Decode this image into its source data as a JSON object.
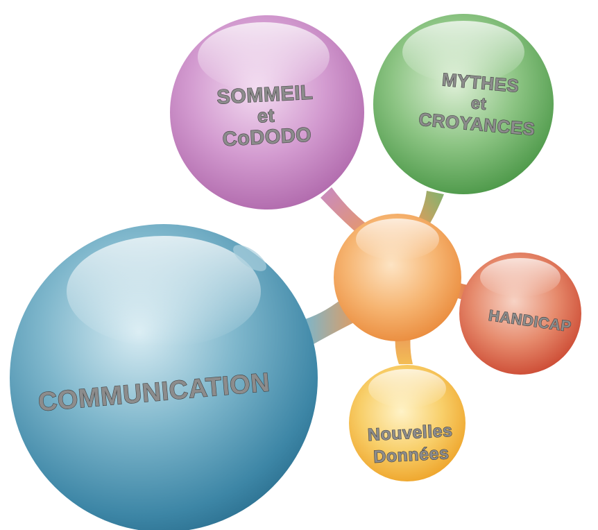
{
  "diagram": {
    "hub": {
      "color": "#f4a14e"
    },
    "bubbles": [
      {
        "id": "sommeil",
        "lines": [
          "SOMMEIL",
          "et",
          "CoDODO"
        ],
        "color": "#c27cc0"
      },
      {
        "id": "mythes",
        "lines": [
          "MYTHES",
          "et",
          "CROYANCES"
        ],
        "color": "#5fa85c"
      },
      {
        "id": "handicap",
        "lines": [
          "HANDICAP"
        ],
        "color": "#d9573e"
      },
      {
        "id": "nouvelles",
        "lines": [
          "Nouvelles",
          "Données"
        ],
        "color": "#f2b53a"
      },
      {
        "id": "communication",
        "lines": [
          "COMMUNICATION"
        ],
        "color": "#3f8fae"
      }
    ]
  }
}
